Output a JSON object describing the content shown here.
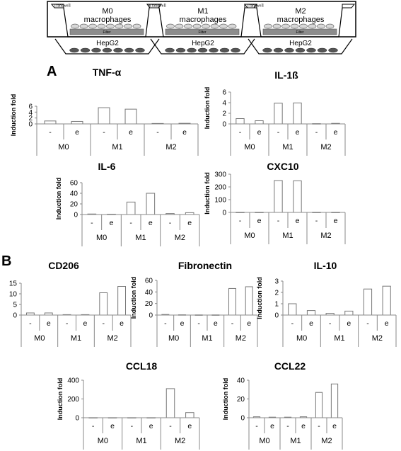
{
  "schematic": {
    "transwell_label": "Transwell",
    "filter_label": "Filter",
    "hepg2_label": "HepG2",
    "wells": [
      {
        "line1": "M0",
        "line2": "macrophages"
      },
      {
        "line1": "M1",
        "line2": "macrophages"
      },
      {
        "line1": "M2",
        "line2": "macrophages"
      }
    ]
  },
  "panels": {
    "A": "A",
    "B": "B"
  },
  "chart_data": [
    {
      "type": "bar",
      "title": "TNF-α",
      "ylabel": "Induction fold",
      "ylim": [
        0,
        6
      ],
      "yticks": [
        0,
        2,
        4,
        6
      ],
      "categories": [
        "-",
        "e",
        "-",
        "e",
        "-",
        "e"
      ],
      "groups": [
        "M0",
        "M1",
        "M2"
      ],
      "values": [
        1.0,
        0.85,
        5.5,
        5.0,
        0.15,
        0.2
      ]
    },
    {
      "type": "bar",
      "title": "IL-1ß",
      "ylabel": "Induction fold",
      "ylim": [
        0,
        6
      ],
      "yticks": [
        0,
        2,
        4,
        6
      ],
      "categories": [
        "-",
        "e",
        "-",
        "e",
        "-",
        "e"
      ],
      "groups": [
        "M0",
        "M1",
        "M2"
      ],
      "values": [
        1.0,
        0.6,
        3.9,
        3.95,
        0.05,
        0.1
      ]
    },
    {
      "type": "bar",
      "title": "IL-6",
      "ylabel": "Induction fold",
      "ylim": [
        0,
        60
      ],
      "yticks": [
        0,
        20,
        40,
        60
      ],
      "categories": [
        "-",
        "e",
        "-",
        "e",
        "-",
        "e"
      ],
      "groups": [
        "M0",
        "M1",
        "M2"
      ],
      "values": [
        1.0,
        0.7,
        23.5,
        40,
        1.8,
        3.5
      ]
    },
    {
      "type": "bar",
      "title": "CXC10",
      "ylabel": "Induction fold",
      "ylim": [
        0,
        300
      ],
      "yticks": [
        0,
        100,
        200,
        300
      ],
      "categories": [
        "-",
        "e",
        "-",
        "e",
        "-",
        "e"
      ],
      "groups": [
        "M0",
        "M1",
        "M2"
      ],
      "values": [
        1.0,
        1.0,
        250,
        248,
        1.0,
        1.0
      ]
    },
    {
      "type": "bar",
      "title": "CD206",
      "ylabel": "Induction fold",
      "ylim": [
        0,
        15
      ],
      "yticks": [
        0,
        5,
        10,
        15
      ],
      "categories": [
        "-",
        "e",
        "-",
        "e",
        "-",
        "e"
      ],
      "groups": [
        "M0",
        "M1",
        "M2"
      ],
      "values": [
        1.0,
        1.0,
        0.2,
        0.2,
        10.5,
        13.5
      ]
    },
    {
      "type": "bar",
      "title": "Fibronectin",
      "ylabel": "Induction fold",
      "ylim": [
        0,
        60
      ],
      "yticks": [
        0,
        20,
        40,
        60
      ],
      "categories": [
        "-",
        "e",
        "-",
        "e",
        "-",
        "e"
      ],
      "groups": [
        "M0",
        "M1",
        "M2"
      ],
      "values": [
        1.0,
        0.5,
        0.3,
        0.3,
        46,
        49
      ]
    },
    {
      "type": "bar",
      "title": "IL-10",
      "ylabel": "Induction fold",
      "ylim": [
        0,
        3
      ],
      "yticks": [
        0,
        1,
        2,
        3
      ],
      "categories": [
        "-",
        "e",
        "-",
        "e",
        "-",
        "e"
      ],
      "groups": [
        "M0",
        "M1",
        "M2"
      ],
      "values": [
        1.0,
        0.4,
        0.15,
        0.35,
        2.3,
        2.55
      ]
    },
    {
      "type": "bar",
      "title": "CCL18",
      "ylabel": "Induction fold",
      "ylim": [
        0,
        400
      ],
      "yticks": [
        0,
        200,
        400
      ],
      "categories": [
        "-",
        "e",
        "-",
        "e",
        "-",
        "e"
      ],
      "groups": [
        "M0",
        "M1",
        "M2"
      ],
      "values": [
        1.0,
        1.0,
        1.0,
        1.0,
        310,
        55
      ]
    },
    {
      "type": "bar",
      "title": "CCL22",
      "ylabel": "Induction fold",
      "ylim": [
        0,
        40
      ],
      "yticks": [
        0,
        20,
        40
      ],
      "categories": [
        "-",
        "e",
        "-",
        "e",
        "-",
        "e"
      ],
      "groups": [
        "M0",
        "M1",
        "M2"
      ],
      "values": [
        1.0,
        0.6,
        0.6,
        1.0,
        27,
        36
      ]
    }
  ]
}
